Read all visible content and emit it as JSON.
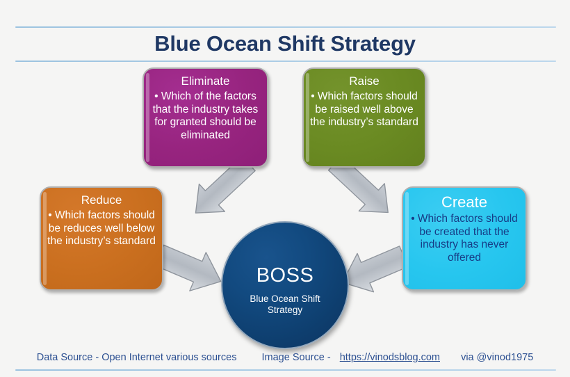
{
  "page": {
    "title": "Blue Ocean Shift Strategy",
    "background_color": "#f5f5f4",
    "rule_color": "#9cc3e0",
    "title_color": "#1f3864"
  },
  "center": {
    "acronym": "BOSS",
    "expansion_line1": "Blue Ocean Shift",
    "expansion_line2": "Strategy",
    "color": "#0e3e6e"
  },
  "boxes": [
    {
      "id": "eliminate",
      "heading": "Eliminate",
      "body": "• Which of the factors that the industry takes for granted should be eliminated",
      "color": "#97247f",
      "text_color": "#ffffff"
    },
    {
      "id": "raise",
      "heading": "Raise",
      "body": "• Which factors should be raised well above the industry’s standard",
      "color": "#6a8a22",
      "text_color": "#ffffff"
    },
    {
      "id": "reduce",
      "heading": "Reduce",
      "body": "• Which factors should be reduces well below the industry’s standard",
      "color": "#ca6f1f",
      "text_color": "#ffffff"
    },
    {
      "id": "create",
      "heading": "Create",
      "body": "• Which factors should be created that the industry has never offered",
      "color": "#27c6ef",
      "text_color": "#173c86"
    }
  ],
  "arrows": [
    {
      "id": "eliminate-to-center",
      "from": "eliminate",
      "to": "center",
      "color": "#b7bcc4"
    },
    {
      "id": "raise-to-center",
      "from": "raise",
      "to": "center",
      "color": "#b7bcc4"
    },
    {
      "id": "reduce-to-center",
      "from": "reduce",
      "to": "center",
      "color": "#b7bcc4"
    },
    {
      "id": "create-to-center",
      "from": "create",
      "to": "center",
      "color": "#b7bcc4"
    }
  ],
  "footer": {
    "data_source_label": "Data Source -  Open Internet  various sources",
    "image_source_label": "Image Source -",
    "image_source_link": "https://vinodsblog.com",
    "via_label": "via  @vinod1975",
    "text_color": "#2b4f91"
  }
}
